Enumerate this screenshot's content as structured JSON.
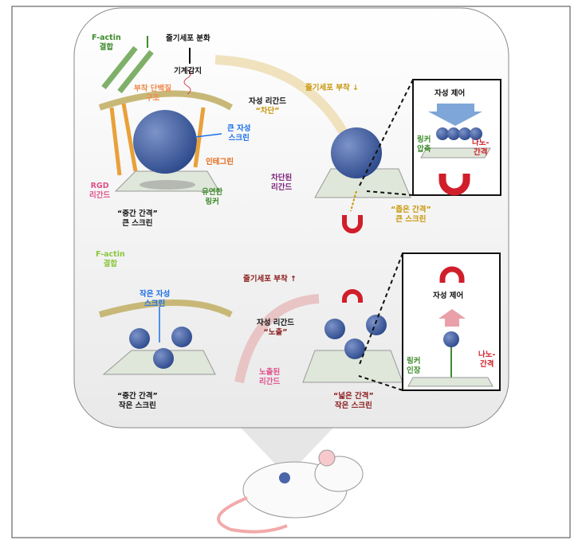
{
  "top": {
    "factin": "F-actin",
    "factin2": "결합",
    "diff": "줄기세포 분화",
    "mechano": "기계감지",
    "adhesion1": "부착 단백질",
    "adhesion2": "구조",
    "big_screen1": "큰 자성",
    "big_screen2": "스크린",
    "integrin": "인테그린",
    "rgd1": "RGD",
    "rgd2": "리간드",
    "linker1": "유연한",
    "linker2": "링커",
    "cap1": "“중간 간격”",
    "cap2": "큰 스크린",
    "ligand1": "자성 리간드",
    "ligand2": "“차단”",
    "attach": "줄기세포 부착 ↓",
    "blocked1": "차단된",
    "blocked2": "리간드",
    "rcap1": "“좁은 간격”",
    "rcap2": "큰 스크린",
    "inset_title": "자성 제어",
    "inset_link1": "링커",
    "inset_link2": "압축",
    "inset_nano1": "나노-",
    "inset_nano2": "간격"
  },
  "bottom": {
    "factin": "F-actin",
    "factin2": "결합",
    "small_screen1": "작은 자성",
    "small_screen2": "스크린",
    "cap1": "“중간 간격”",
    "cap2": "작은 스크린",
    "attach": "줄기세포 부착 ↑",
    "ligand1": "자성 리간드",
    "ligand2": "“노출”",
    "exposed1": "노출된",
    "exposed2": "리간드",
    "rcap1": "“넓은 간격”",
    "rcap2": "작은 스크린",
    "inset_title": "자성 제어",
    "inset_link1": "링커",
    "inset_link2": "인장",
    "inset_nano1": "나노-",
    "inset_nano2": "간격"
  }
}
